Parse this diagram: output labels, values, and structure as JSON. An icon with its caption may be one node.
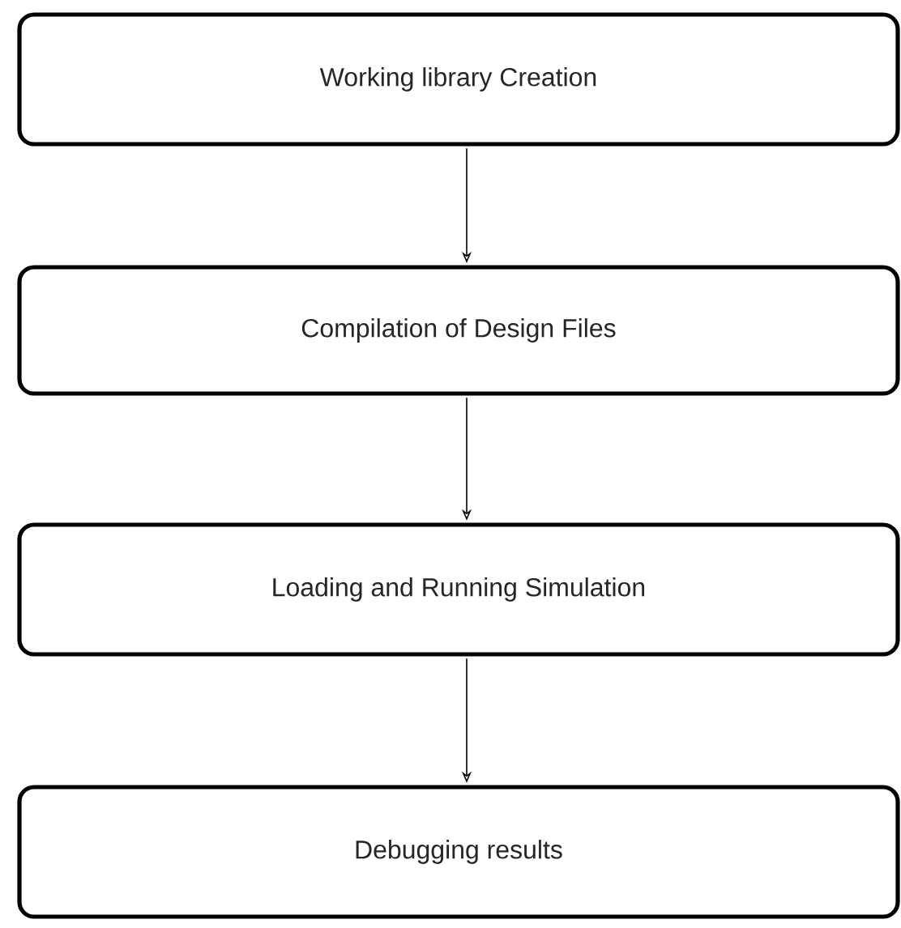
{
  "diagram": {
    "nodes": [
      {
        "text": [
          "Working library Creation"
        ]
      },
      {
        "text": [
          "Compilation of Design Files"
        ]
      },
      {
        "text": [
          "Loading and Running Simulation"
        ]
      },
      {
        "text": [
          "Debugging results"
        ]
      }
    ],
    "edges": [
      {
        "from": 0,
        "to": 1,
        "arrow": "to"
      },
      {
        "from": 1,
        "to": 2,
        "arrow": "to"
      },
      {
        "from": 2,
        "to": 3,
        "arrow": "to"
      }
    ]
  }
}
